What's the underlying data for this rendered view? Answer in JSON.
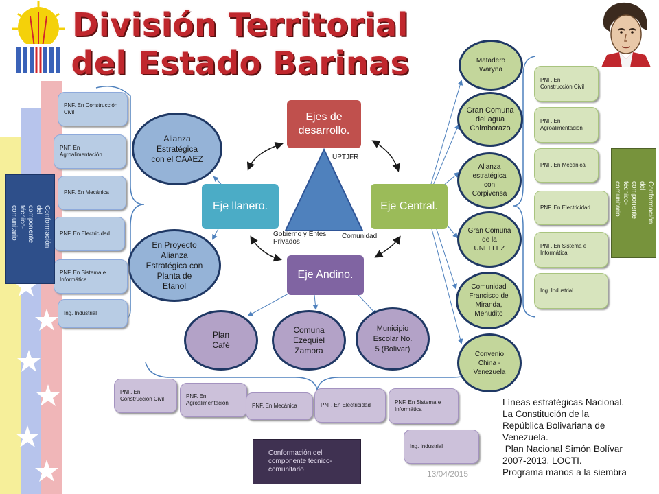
{
  "title": {
    "line1": "División Territorial",
    "line2": "del Estado Barinas"
  },
  "icons": {
    "logo": "university-sun-logo-icon",
    "portrait": "bolivar-portrait-icon"
  },
  "colors": {
    "title": "#c0272d",
    "eje_desarrollo": "#c0504d",
    "eje_llanero": "#4bacc6",
    "eje_central": "#9bbb59",
    "eje_andino": "#8064a2",
    "triangle": "#4f81bd"
  },
  "center": {
    "ejes_desarrollo": "Ejes de desarrollo.",
    "llanero": "Eje llanero.",
    "central": "Eje Central.",
    "andino": "Eje Andino.",
    "uptjfr": "UPTJFR",
    "gobierno": "Gobierno y Entes Privados",
    "comunidad": "Comunidad"
  },
  "llanero": {
    "alianza": "Alianza Estratégica con el CAAEZ",
    "proyecto": "En Proyecto Alianza Estratégica con Planta de Etanol",
    "pnf": [
      "PNF. En Construcción Civil",
      "PNF. En Agroalimentación",
      "PNF. En Mecánica",
      "PNF. En Electricidad",
      "PNF. En Sistema e Informática",
      "Ing. Industrial"
    ],
    "conformacion": "Conformación del componente técnico- comunitario"
  },
  "central": {
    "nodes": [
      "Matadero Waryna",
      "Gran Comuna del agua Chimborazo",
      "Alianza estratégica con Corpivensa",
      "Gran Comuna de la UNELLEZ",
      "Comunidad Francisco de Miranda, Menudito",
      "Convenio China - Venezuela"
    ],
    "pnf": [
      "PNF. En Construcción Civil",
      "PNF. En Agroalimentación",
      "PNF. En Mecánica",
      "PNF. En Electricidad",
      "PNF. En Sistema e Informática",
      "Ing. Industrial"
    ],
    "conformacion": "Conformación del componente técnico- comunitario"
  },
  "andino": {
    "nodes": [
      "Plan Café",
      "Comuna Ezequiel Zamora",
      "Municipio Escolar No. 5 (Bolívar)"
    ],
    "pnf": [
      "PNF. En Construcción Civil",
      "PNF. En Agroalimentación",
      "PNF. En Mecánica",
      "PNF. En Electricidad",
      "PNF. En Sistema e Informática",
      "Ing. Industrial"
    ],
    "conformacion": "Conformación del componente técnico- comunitario"
  },
  "notes": [
    "Líneas estratégicas Nacional.",
    "La Constitución de la",
    "República Bolivariana de",
    "Venezuela.",
    " Plan Nacional Simón Bolívar",
    "2007-2013. LOCTI.",
    "Programa manos a la siembra"
  ],
  "date": "13/04/2015"
}
